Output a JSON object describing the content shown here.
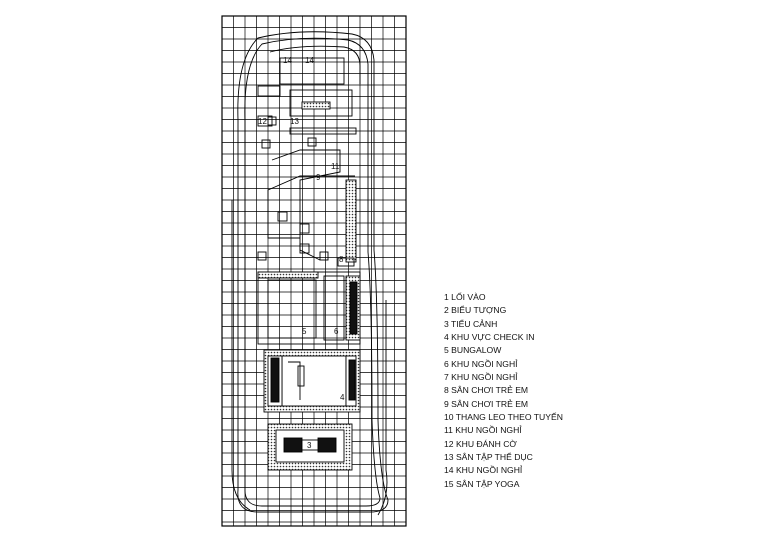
{
  "plan": {
    "labels": [
      "14",
      "14",
      "12",
      "13",
      "11",
      "9",
      "8",
      "5",
      "6",
      "4",
      "3"
    ]
  },
  "legend": [
    "1 LỐI VÀO",
    "2 BIỂU TƯỢNG",
    "3 TIỂU CẢNH",
    "4 KHU VỰC CHECK IN",
    "5 BUNGALOW",
    "6 KHU NGỒI NGHỈ",
    "7 KHU NGỒI NGHỈ",
    "8 SÂN CHƠI TRẺ EM",
    "9 SÂN CHƠI TRẺ EM",
    "10 THANG LEO THEO TUYẾN",
    "11 KHU NGỒI NGHỈ",
    "12 KHU ĐÁNH CỜ",
    "13 SÂN TẬP THỂ DỤC",
    "14 KHU NGỒI NGHỈ",
    "15 SÂN TẬP YOGA"
  ]
}
